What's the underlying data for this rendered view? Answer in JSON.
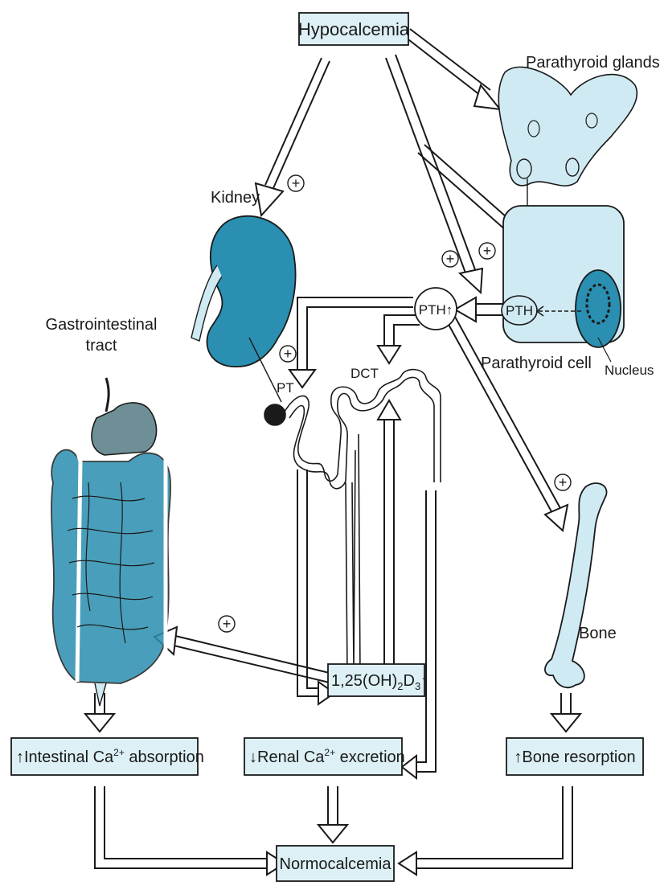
{
  "boxes": {
    "hypocalcemia": "Hypocalcemia",
    "pth_cell": "PTH",
    "pth_up": "PTH↑",
    "vitd_prefix": "1,25(OH)",
    "vitd_sub": "2",
    "vitd_mid": "D",
    "vitd_sub2": "3",
    "vitd_arrow": "↑",
    "intestinal_pre": "↑Intestinal Ca",
    "intestinal_sup": "2+",
    "intestinal_post": " absorption",
    "renal_pre": "↓Renal Ca",
    "renal_sup": "2+",
    "renal_post": " excretion",
    "bone_res": "↑Bone resorption",
    "normo": "Normocalcemia"
  },
  "labels": {
    "parathyroid_glands": "Parathyroid glands",
    "kidney": "Kidney",
    "gi_line1": "Gastrointestinal",
    "gi_line2": "tract",
    "parathyroid_cell": "Parathyroid cell",
    "nucleus": "Nucleus",
    "dct": "DCT",
    "pt": "PT",
    "bone": "Bone"
  },
  "symbols": {
    "plus": "+"
  },
  "colors": {
    "organ_fill": "#2a8fb0",
    "light_fill": "#cfeaf2",
    "box_fill": "#ddf0f6",
    "stroke": "#1a1a1a"
  }
}
